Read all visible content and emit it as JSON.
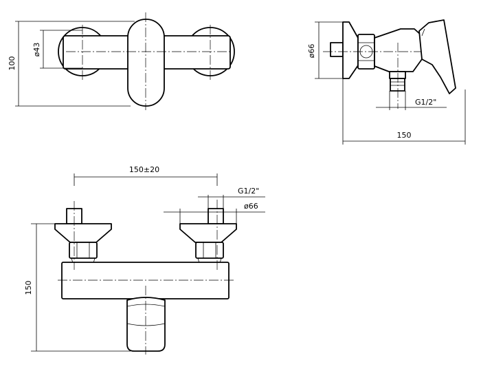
{
  "drawing": {
    "front_view": {
      "dim_height": "100",
      "dim_diameter": "ø43"
    },
    "side_view": {
      "dim_diameter": "ø66",
      "dim_thread": "G1/2\"",
      "dim_depth": "150"
    },
    "top_view": {
      "dim_spacing": "150±20",
      "dim_thread": "G1/2\"",
      "dim_diameter": "ø66",
      "dim_height": "150"
    }
  }
}
